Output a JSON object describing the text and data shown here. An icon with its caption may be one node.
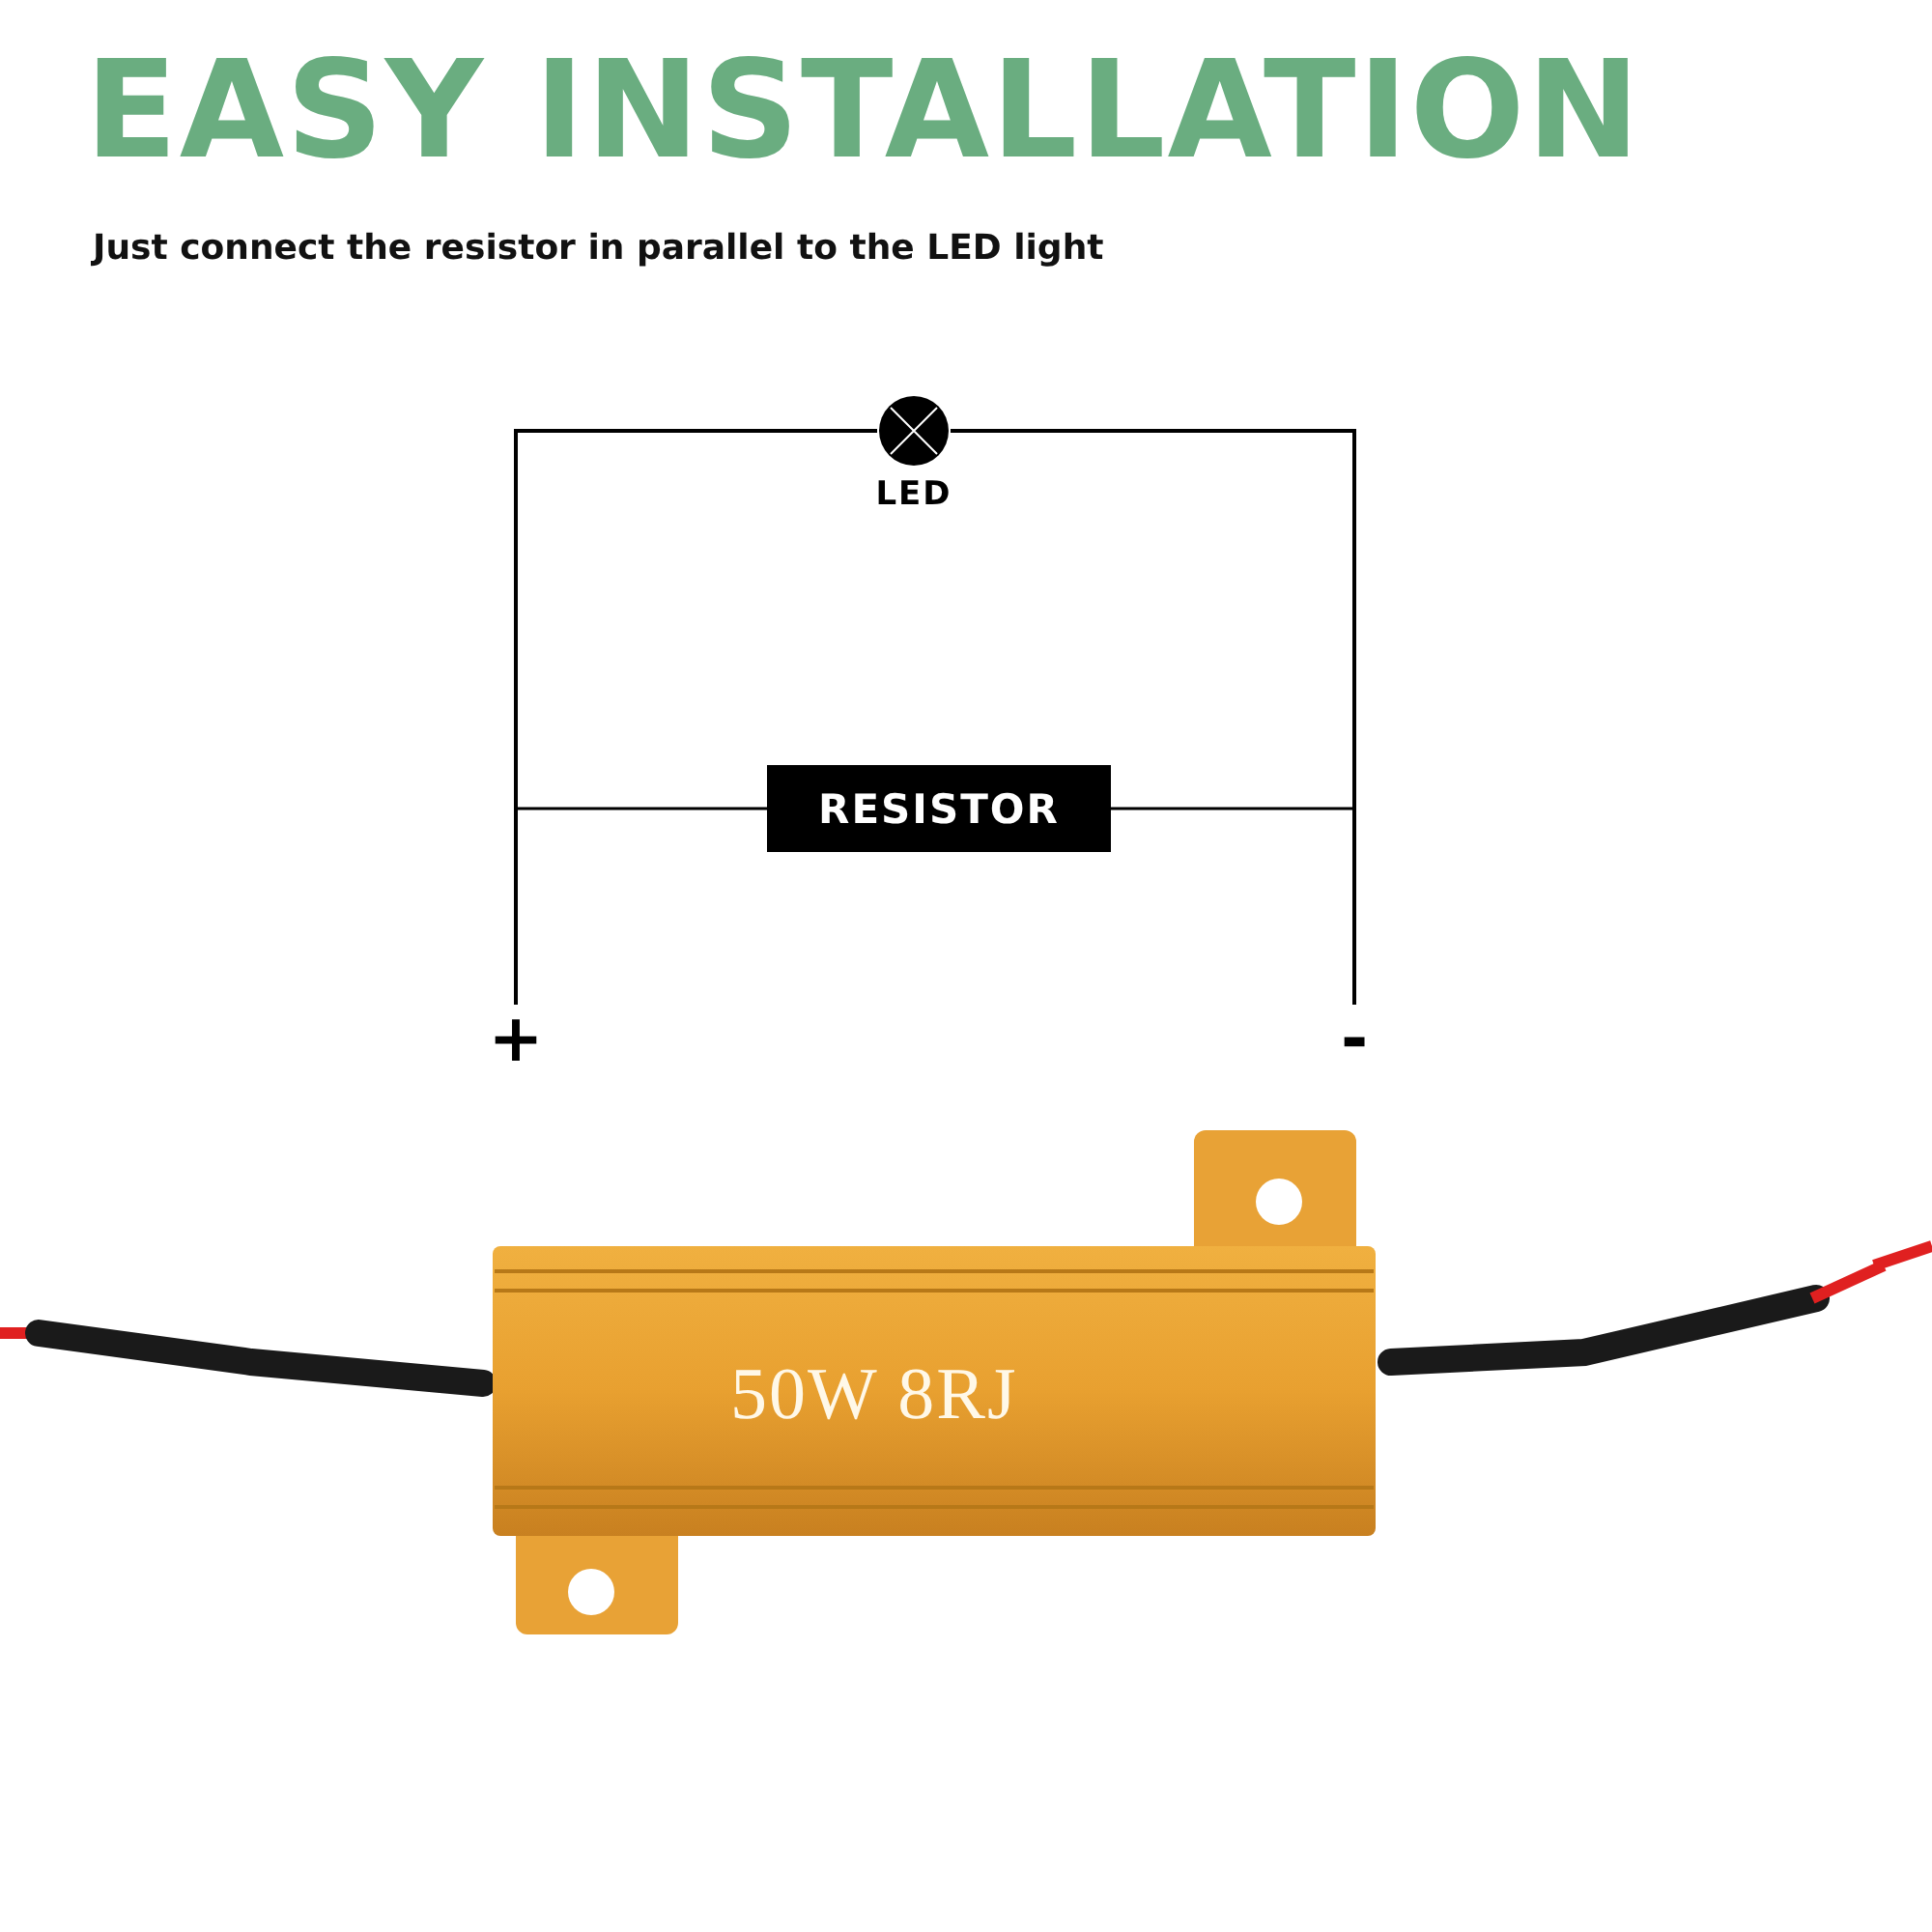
{
  "diagram": {
    "title": "EASY INSTALLATION",
    "caption": "Just connect the resistor in parallel to the LED light",
    "nodes": [
      {
        "text": [
          "LED"
        ]
      },
      {
        "text": [
          "RESISTOR"
        ]
      },
      {
        "text": [
          "+"
        ]
      },
      {
        "text": [
          "-"
        ]
      }
    ],
    "edges": [
      {
        "from": 2,
        "to": 0,
        "arrow": "none"
      },
      {
        "from": 0,
        "to": 3,
        "arrow": "none"
      },
      {
        "from": 2,
        "to": 1,
        "arrow": "none"
      },
      {
        "from": 1,
        "to": 3,
        "arrow": "none"
      }
    ],
    "labels": [
      "50W 8RJ"
    ]
  }
}
